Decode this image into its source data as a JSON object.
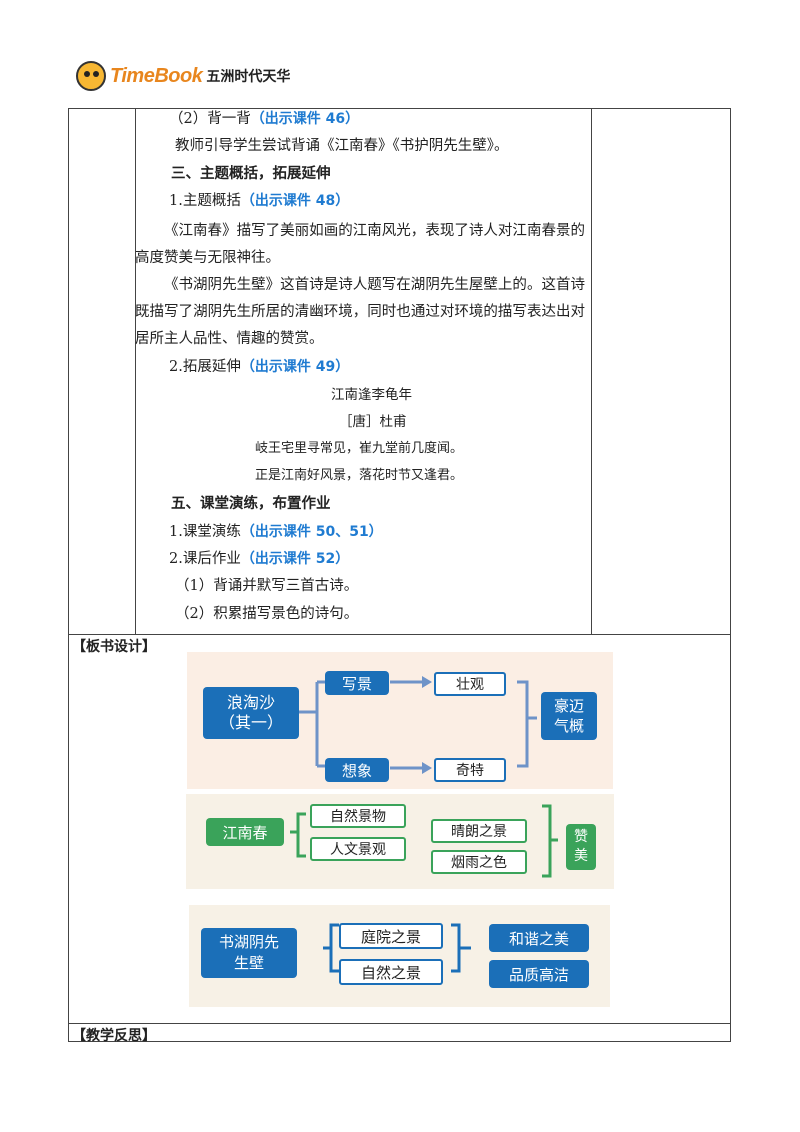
{
  "header": {
    "brand": "TimeBook",
    "brand_cn": "五洲时代天华"
  },
  "lines": {
    "l1_prefix": "（2）背一背",
    "l1_ref": "（出示课件 46）",
    "l2": "教师引导学生尝试背诵《江南春》《书护阴先生壁》。",
    "l3": "三、主题概括，拓展延伸",
    "l4_prefix": "1.主题概括",
    "l4_ref": "（出示课件 48）",
    "p1": "《江南春》描写了美丽如画的江南风光，表现了诗人对江南春景的高度赞美与无限神往。",
    "p2": "《书湖阴先生壁》这首诗是诗人题写在湖阴先生屋壁上的。这首诗既描写了湖阴先生所居的清幽环境，同时也通过对环境的描写表达出对居所主人品性、情趣的赞赏。",
    "l5_prefix": "2.拓展延伸",
    "l5_ref": "（出示课件 49）",
    "poem_title": "江南逢李龟年",
    "poem_author": "［唐］杜甫",
    "poem_line1": "岐王宅里寻常见，崔九堂前几度闻。",
    "poem_line2": "正是江南好风景，落花时节又逢君。",
    "l6": "五、课堂演练，布置作业",
    "l7_prefix": "1.课堂演练",
    "l7_ref": "（出示课件 50、51）",
    "l8_prefix": "2.课后作业",
    "l8_ref": "（出示课件 52）",
    "l9": "（1）背诵并默写三首古诗。",
    "l10": "（2）积累描写景色的诗句。"
  },
  "sections": {
    "board": "【板书设计】",
    "reflection": "【教学反思】"
  },
  "diagram1": {
    "title_l1": "浪淘沙",
    "title_l2": "（其一）",
    "node_a": "写景",
    "node_b": "想象",
    "node_a2": "壮观",
    "node_b2": "奇特",
    "result_l1": "豪迈",
    "result_l2": "气概"
  },
  "diagram2": {
    "title": "江南春",
    "item1": "自然景物",
    "item2": "人文景观",
    "item3": "晴朗之景",
    "item4": "烟雨之色",
    "result_l1": "赞",
    "result_l2": "美"
  },
  "diagram3": {
    "title_l1": "书湖阴先",
    "title_l2": "生壁",
    "item1": "庭院之景",
    "item2": "自然之景",
    "result1": "和谐之美",
    "result2": "品质高洁"
  },
  "colors": {
    "blue": "#1b6fb8",
    "green": "#3aa35a",
    "link_blue": "#1f7bd1"
  }
}
